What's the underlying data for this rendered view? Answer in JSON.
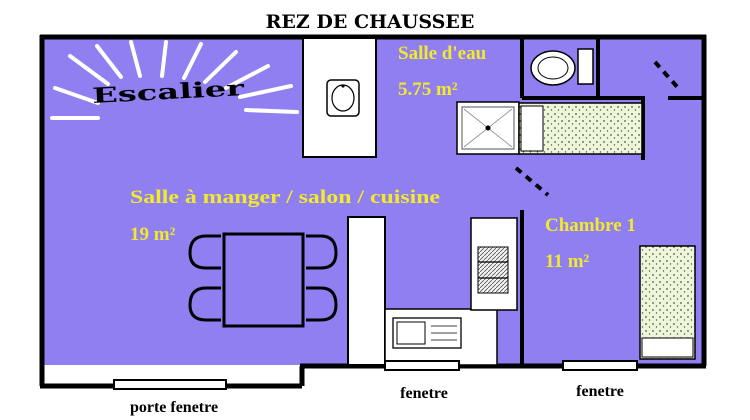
{
  "title": "REZ DE CHAUSSEE",
  "colors": {
    "floor": "#8f7ff0",
    "wall": "#000000",
    "room_label": "#f2ea2a",
    "fixture": "#ffffff",
    "bed_cover": "#eef5dc",
    "bed_dots": "#3a6a1e"
  },
  "rooms": {
    "stairs": {
      "label": "Escalier"
    },
    "salle_eau": {
      "name": "Salle d'eau",
      "area": "5.75 m²"
    },
    "sejour": {
      "name": "Salle à manger / salon / cuisine",
      "area": "19 m²"
    },
    "chambre1": {
      "name": "Chambre 1",
      "area": "11 m²"
    }
  },
  "windows": {
    "porte_fenetre": "porte fenetre",
    "fenetre_cuisine": "fenetre",
    "fenetre_chambre": "fenetre"
  },
  "fixtures": [
    "sink-icon",
    "toilet-icon",
    "shower-icon",
    "bed-icon",
    "dining-table-icon",
    "kitchen-sink-icon",
    "stove-icon"
  ]
}
